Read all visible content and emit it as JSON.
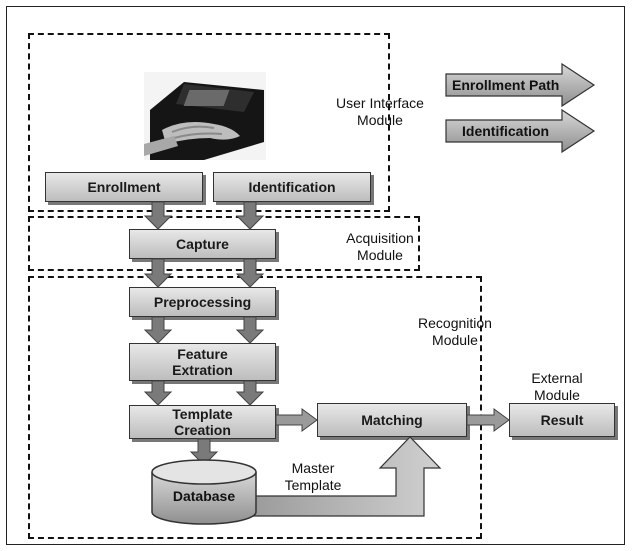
{
  "modules": {
    "user_interface": "User Interface\nModule",
    "acquisition": "Acquisition\nModule",
    "recognition": "Recognition\nModule",
    "external": "External\nModule"
  },
  "legend": {
    "enrollment_path": "Enrollment Path",
    "identification": "Identification"
  },
  "boxes": {
    "enrollment": "Enrollment",
    "identification": "Identification",
    "capture": "Capture",
    "preprocessing": "Preprocessing",
    "feature_extraction": "Feature\nExtration",
    "template_creation": "Template\nCreation",
    "matching": "Matching",
    "result": "Result",
    "database": "Database"
  },
  "labels": {
    "master_template": "Master\nTemplate"
  },
  "image": {
    "subject": "hand on fingerprint scanner"
  }
}
